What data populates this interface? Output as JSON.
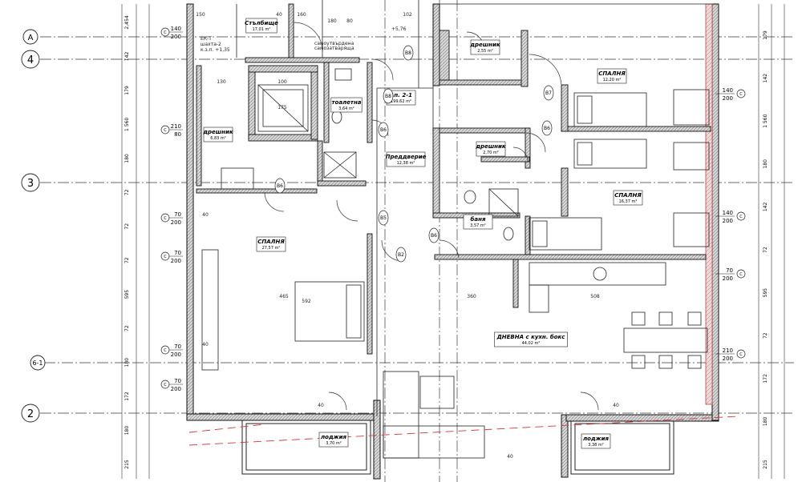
{
  "axes": {
    "rows": [
      {
        "id": "row-A",
        "label": "A"
      },
      {
        "id": "row-4",
        "label": "4"
      },
      {
        "id": "row-3",
        "label": "3"
      },
      {
        "id": "row-6-1",
        "label": "6-1"
      },
      {
        "id": "row-2",
        "label": "2"
      }
    ]
  },
  "rooms": [
    {
      "id": "stalbishte",
      "name": "Стълбище",
      "area": "17,01 m²"
    },
    {
      "id": "ap",
      "name": "Ап. 2-1",
      "area": "199,62 m²"
    },
    {
      "id": "dreshnik-top",
      "name": "дрешник",
      "area": "2,55 m²"
    },
    {
      "id": "bedroom-1",
      "name": "СПАЛНЯ",
      "area": "12,20 m²"
    },
    {
      "id": "toilet",
      "name": "тоалетна",
      "area": "3,64 m²"
    },
    {
      "id": "dreshnik-left",
      "name": "дрешник",
      "area": "6,83 m²"
    },
    {
      "id": "dreshnik-mid",
      "name": "дрешник",
      "area": "2,70 m²"
    },
    {
      "id": "predverie",
      "name": "Преддверие",
      "area": "12,38 m²"
    },
    {
      "id": "bedroom-2",
      "name": "СПАЛНЯ",
      "area": "16,37 m²"
    },
    {
      "id": "banya",
      "name": "баня",
      "area": "3,57 m²"
    },
    {
      "id": "bedroom-main",
      "name": "СПАЛНЯ",
      "area": "27,57 m²"
    },
    {
      "id": "living",
      "name": "ДНЕВНА с кухн. бокс",
      "area": "44,02 m²"
    },
    {
      "id": "lodzhia-left",
      "name": "лоджия",
      "area": "3,70 m²"
    },
    {
      "id": "lodzhia-right",
      "name": "лоджия",
      "area": "3,38 m²"
    }
  ],
  "notes": {
    "shaft": "ЕК-Т",
    "shaft2": "шахта-2",
    "level": "к.з.п. +1,35",
    "elev": "+5,76",
    "note1": "самоутвърдена",
    "note2": "самозатваряща"
  },
  "doors": [
    {
      "id": "d-b8-top",
      "code": "B8"
    },
    {
      "id": "d-b8-mid",
      "code": "B8"
    },
    {
      "id": "d-b7",
      "code": "B7"
    },
    {
      "id": "d-b6-a",
      "code": "B6"
    },
    {
      "id": "d-b6-b",
      "code": "B6"
    },
    {
      "id": "d-b6-c",
      "code": "B6"
    },
    {
      "id": "d-b5",
      "code": "B5"
    },
    {
      "id": "d-b2",
      "code": "B2"
    },
    {
      "id": "d-b6-d",
      "code": "B6"
    }
  ],
  "windows": [
    {
      "id": "w-l1",
      "w": "140",
      "h": "200"
    },
    {
      "id": "w-l2",
      "w": "210",
      "h": "80"
    },
    {
      "id": "w-l3",
      "w": "70",
      "h": "200"
    },
    {
      "id": "w-l4",
      "w": "70",
      "h": "200"
    },
    {
      "id": "w-l5",
      "w": "70",
      "h": "200"
    },
    {
      "id": "w-l6",
      "w": "70",
      "h": "200"
    },
    {
      "id": "w-r1",
      "w": "140",
      "h": "200"
    },
    {
      "id": "w-r2",
      "w": "140",
      "h": "200"
    },
    {
      "id": "w-r3",
      "w": "70",
      "h": "200"
    },
    {
      "id": "w-r4",
      "w": "210",
      "h": "200"
    }
  ],
  "dims": {
    "d1": "150",
    "d2": "40",
    "d3": "160",
    "d4": "102",
    "d5": "180",
    "d6": "80",
    "d7": "100",
    "d8": "175",
    "d9": "130",
    "d10": "465",
    "d11": "360",
    "d12": "508",
    "d13": "592",
    "d14": "40",
    "d15": "40",
    "d16": "40",
    "d17": "40",
    "d18": "40"
  },
  "side_left": [
    "2,454",
    "142",
    "179",
    "1 560",
    "180",
    "72",
    "72",
    "72",
    "595",
    "72",
    "180",
    "172",
    "180",
    "215"
  ],
  "side_right": [
    "179",
    "142",
    "1 560",
    "180",
    "142",
    "72",
    "595",
    "72",
    "172",
    "180",
    "215"
  ]
}
